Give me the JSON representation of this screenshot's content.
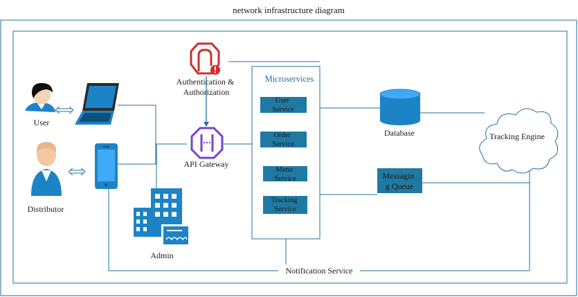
{
  "title": "network infrastructure diagram",
  "nodes": {
    "user": "User",
    "distributor": "Distributor",
    "admin": "Admin",
    "auth": [
      "Authentication &",
      "Authorization"
    ],
    "gateway": "API Gateway",
    "microservices": "Microservices",
    "services": [
      [
        "User",
        "Service"
      ],
      [
        "Order",
        "Service"
      ],
      [
        "Menu",
        "Service"
      ],
      [
        "Tracking",
        "Service"
      ]
    ],
    "database": "Database",
    "queue": [
      "Messagin",
      "g Queue"
    ],
    "tracking_engine": "Tracking Engine",
    "notification": "Notification Service"
  },
  "colors": {
    "line": "#1f6f9a",
    "service_box": "#1f7aa3",
    "icon_blue": "#1c84c6",
    "auth_red": "#d12c2c",
    "gateway_purple": "#7a3fd3"
  }
}
